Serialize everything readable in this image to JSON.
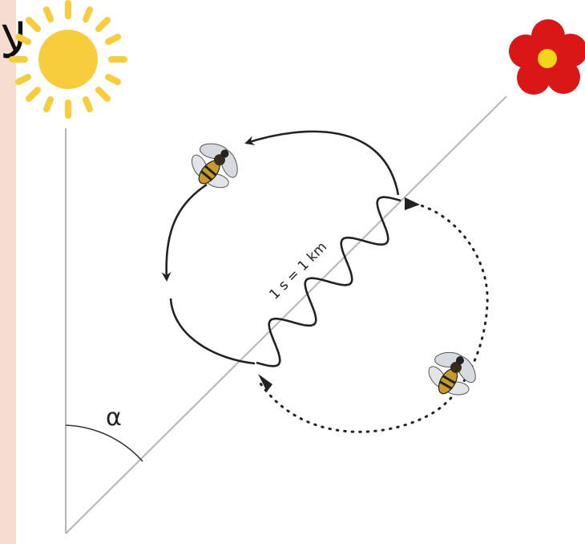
{
  "edge_glyph": "ﻻ",
  "alpha_label": "α",
  "scale_label": "1 s = 1 km",
  "icons": {
    "sun": "sun-icon",
    "flower": "flower-icon",
    "bee_top": "bee-icon",
    "bee_bottom": "bee-icon"
  },
  "colors": {
    "background": "#f6ddd0",
    "panel": "#ffffff",
    "sun": "#f7cd3e",
    "flower": "#d91717",
    "flower_center": "#f6d41c",
    "line": "#b5b5b5",
    "path": "#222222"
  }
}
